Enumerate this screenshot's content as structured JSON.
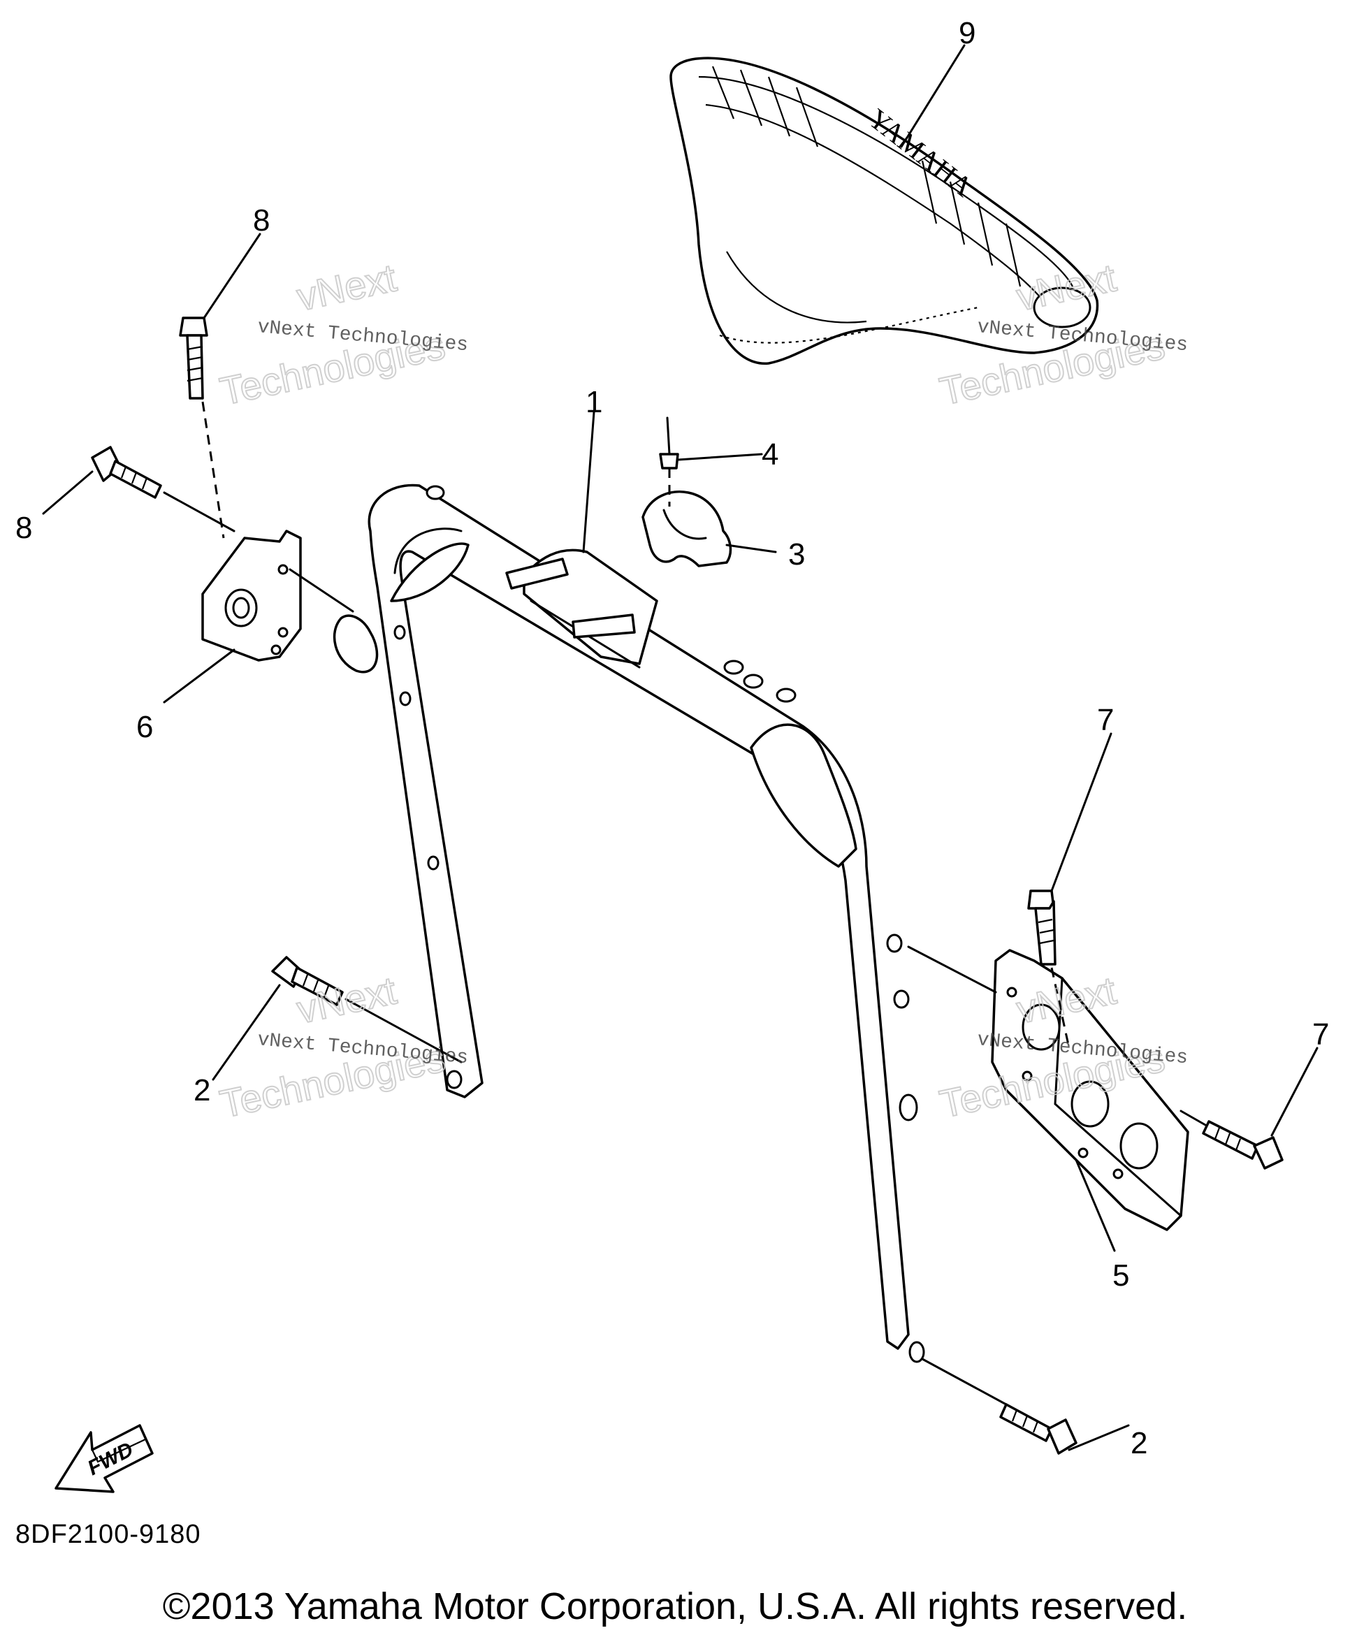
{
  "callouts": {
    "c1": "1",
    "c2a": "2",
    "c2b": "2",
    "c3": "3",
    "c4": "4",
    "c5": "5",
    "c6": "6",
    "c7a": "7",
    "c7b": "7",
    "c8a": "8",
    "c8b": "8",
    "c9": "9"
  },
  "seat_brand": "YAMAHA",
  "fwd_label": "FWD",
  "watermarks": {
    "small_text": "vNext Technologies",
    "big_line1": "vNext",
    "big_line2": "Technologies"
  },
  "part_code": "8DF2100-9180",
  "copyright": "©2013 Yamaha Motor Corporation, U.S.A. All rights reserved."
}
